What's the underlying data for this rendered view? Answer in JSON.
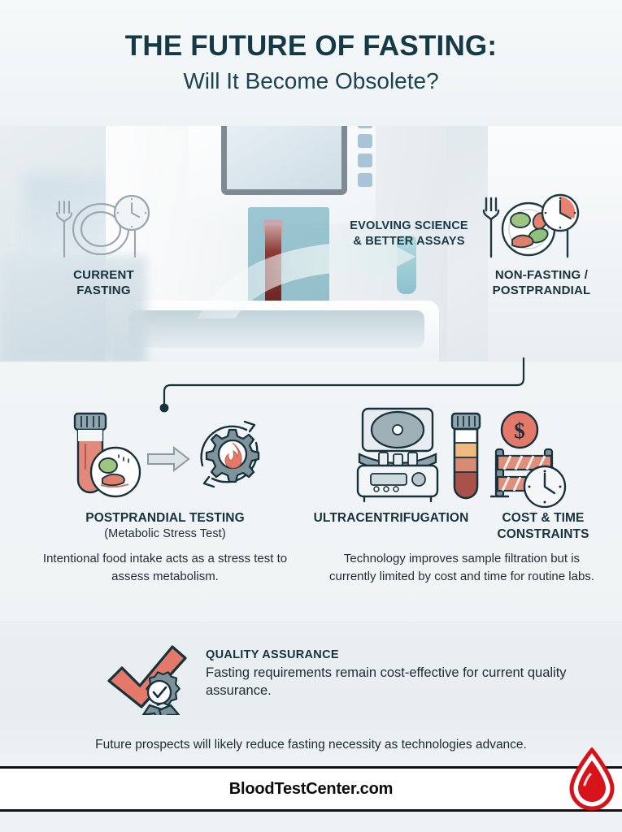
{
  "header": {
    "title": "THE FUTURE OF FASTING:",
    "subtitle": "Will It Become Obsolete?"
  },
  "hero": {
    "left_label": "CURRENT\nFASTING",
    "left_label_line1": "CURRENT",
    "left_label_line2": "FASTING",
    "right_label_line1": "NON-FASTING /",
    "right_label_line2": "POSTPRANDIAL",
    "arrow_text_line1": "EVOLVING SCIENCE",
    "arrow_text_line2": "& BETTER ASSAYS",
    "left_icon": "plate-fork-knife-clock-icon",
    "right_icon": "food-plate-clock-icon",
    "arrow_icon": "curved-transition-arrow-icon"
  },
  "middle": {
    "left": {
      "heading": "POSTPRANDIAL TESTING",
      "subheading": "(Metabolic Stress Test)",
      "body": "Intentional food intake acts as a stress test to assess metabolism.",
      "icons": [
        "blood-tube-food-icon",
        "right-arrow-icon",
        "gear-flame-metabolism-icon"
      ]
    },
    "right": {
      "heading_ultra": "ULTRACENTRIFUGATION",
      "heading_cost_line1": "COST & TIME",
      "heading_cost_line2": "CONSTRAINTS",
      "body": "Technology improves sample filtration but is currently limited by cost and time for routine labs.",
      "icons": [
        "centrifuge-icon",
        "layered-sample-tube-icon",
        "barrier-dollar-clock-icon"
      ]
    }
  },
  "quality_assurance": {
    "title": "QUALITY ASSURANCE",
    "body": "Fasting requirements remain cost-effective for current quality assurance.",
    "icon": "checkmark-award-ribbon-icon"
  },
  "closing_statement": "Future prospects will likely reduce fasting necessity as technologies advance.",
  "footer": {
    "brand": "BloodTestCenter.com",
    "logo_icon": "blood-drop-icon"
  },
  "colors": {
    "title_teal": "#153a46",
    "accent_salmon": "#e4796a",
    "slate": "#6f8a93",
    "logo_red": "#d8121a",
    "panel_bg": "#eef2f4"
  }
}
